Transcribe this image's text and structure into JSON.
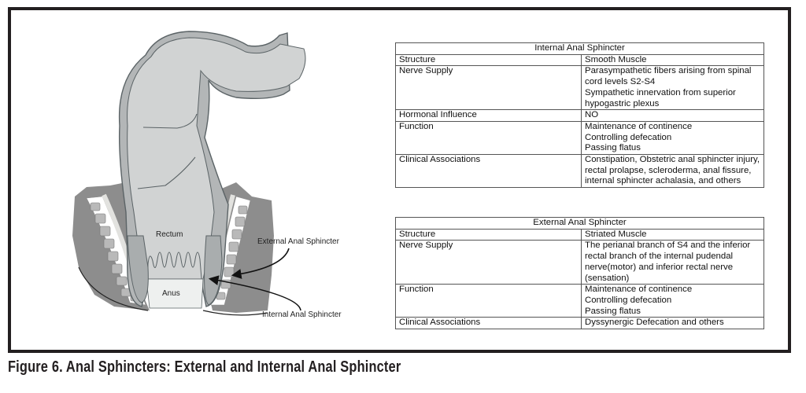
{
  "figure": {
    "caption": "Figure 6. Anal Sphincters: External and Internal Anal Sphincter",
    "illustration_labels": {
      "rectum": "Rectum",
      "anus": "Anus",
      "external": "External Anal Sphincter",
      "internal": "Internal Anal Sphincter"
    },
    "colors": {
      "frame": "#231f20",
      "bowel_fill": "#d1d3d3",
      "bowel_wall": "#b3b6b7",
      "outline": "#5b6366",
      "pelvic_tissue": "#8d8d8d",
      "anus_fill": "#eef0ef"
    }
  },
  "tables": [
    {
      "title": "Internal Anal Sphincter",
      "rows": [
        {
          "label": "Structure",
          "value": [
            "Smooth Muscle"
          ]
        },
        {
          "label": "Nerve Supply",
          "value": [
            "Parasympathetic fibers arising from spinal cord levels S2-S4",
            "Sympathetic innervation from superior hypogastric plexus"
          ]
        },
        {
          "label": "Hormonal Influence",
          "value": [
            "NO"
          ]
        },
        {
          "label": "Function",
          "value": [
            "Maintenance of continence",
            "Controlling defecation",
            "Passing flatus"
          ]
        },
        {
          "label": "Clinical Associations",
          "value": [
            "Constipation, Obstetric anal sphincter injury, rectal prolapse, scleroderma, anal fissure, internal sphincter achalasia, and others"
          ]
        }
      ]
    },
    {
      "title": "External Anal Sphincter",
      "rows": [
        {
          "label": "Structure",
          "value": [
            "Striated Muscle"
          ]
        },
        {
          "label": "Nerve Supply",
          "value": [
            "The perianal branch of S4 and the inferior rectal branch of the internal pudendal nerve(motor) and inferior rectal nerve (sensation)"
          ]
        },
        {
          "label": "Function",
          "value": [
            "Maintenance of continence",
            "Controlling defecation",
            "Passing flatus"
          ]
        },
        {
          "label": "Clinical Associations",
          "value": [
            "Dyssynergic Defecation and others"
          ]
        }
      ]
    }
  ]
}
